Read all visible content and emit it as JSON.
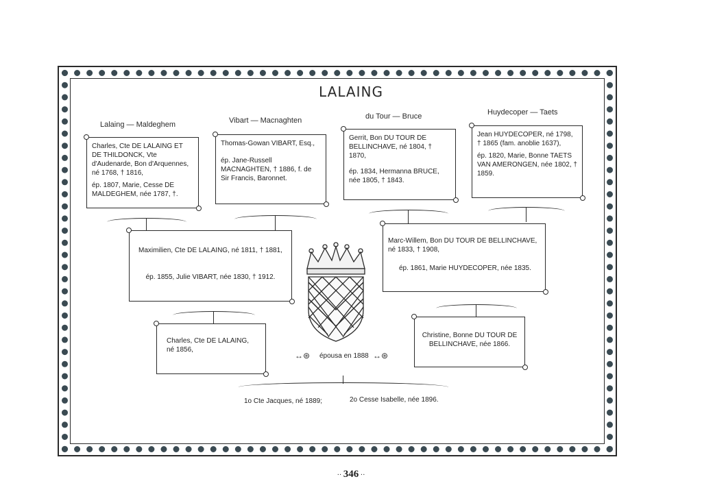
{
  "title": "LALAING",
  "families": [
    {
      "label": "Lalaing — Maldeghem"
    },
    {
      "label": "Vibart — Macnaghten"
    },
    {
      "label": "du Tour — Bruce"
    },
    {
      "label": "Huydecoper — Taets"
    }
  ],
  "boxes": {
    "charles_thildonck": {
      "p1": "Charles, Cte DE LALAING ET DE THILDONCK, Vte d'Audenarde, Bon d'Arquennes, né 1768, † 1816,",
      "p2": "ép. 1807, Marie, Cesse DE MALDEGHEM, née 1787, †."
    },
    "vibart": {
      "p1": "Thomas-Gowan VIBART, Esq.,",
      "p2": "ép. Jane-Russell MACNAGHTEN, † 1886, f. de Sir Francis, Baronnet."
    },
    "gerrit": {
      "p1": "Gerrit, Bon DU TOUR DE BELLINCHAVE, né 1804, † 1870,",
      "p2": "ép. 1834, Hermanna BRUCE, née 1805, † 1843."
    },
    "jean_huydecoper": {
      "p1": "Jean HUYDECOPER, né 1798, † 1865 (fam. anoblie 1637),",
      "p2": "ép. 1820, Marie, Bonne TAETS VAN AMERONGEN, née 1802, † 1859."
    },
    "maximilien": {
      "p1": "Maximilien, Cte DE LALAING, né 1811, † 1881,",
      "p2": "ép. 1855, Julie VIBART, née 1830, † 1912."
    },
    "marc_willem": {
      "p1": "Marc-Willem, Bon DU TOUR DE BELLINCHAVE, né 1833, † 1908,",
      "p2": "ép. 1861, Marie HUYDECOPER, née 1835."
    },
    "charles_1856": {
      "p1": "Charles, Cte DE LALAING, né 1856,"
    },
    "christine": {
      "p1": "Christine, Bonne DU TOUR DE BELLINCHAVE, née 1866."
    }
  },
  "marriage_note": "épousa en 1888",
  "children": {
    "first": "1o Cte Jacques, né 1889;",
    "second": "2o Cesse Isabelle, née 1896."
  },
  "page_number": "346",
  "colors": {
    "ink": "#2a2a2a",
    "paper": "#ffffff",
    "border_band": "#3a4a52"
  }
}
